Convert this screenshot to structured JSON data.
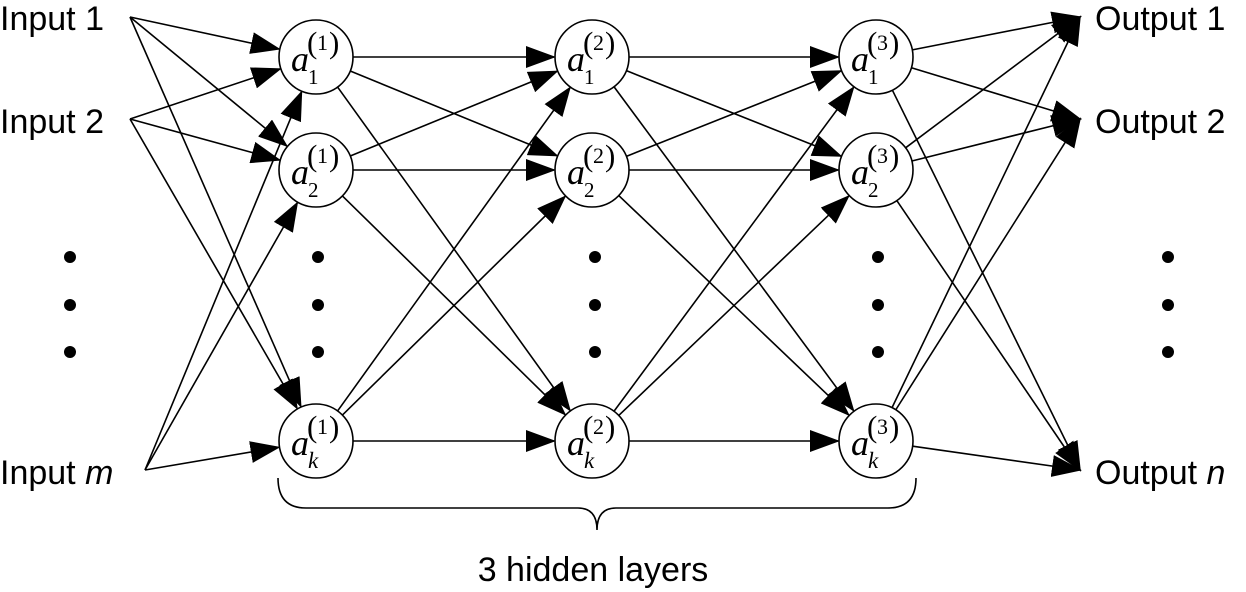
{
  "inputs": [
    "Input 1",
    "Input 2",
    "Input m"
  ],
  "input_last_prefix": "Input ",
  "input_last_var": "m",
  "outputs": [
    "Output 1",
    "Output 2",
    "Output n"
  ],
  "output_last_prefix": "Output ",
  "output_last_var": "n",
  "node_symbol": "a",
  "layers": [
    {
      "superscript": "1",
      "subscripts": [
        "1",
        "2",
        "k"
      ]
    },
    {
      "superscript": "2",
      "subscripts": [
        "1",
        "2",
        "k"
      ]
    },
    {
      "superscript": "3",
      "subscripts": [
        "1",
        "2",
        "k"
      ]
    }
  ],
  "caption": "3 hidden layers",
  "colors": {
    "ink": "#000000",
    "background": "#ffffff"
  }
}
